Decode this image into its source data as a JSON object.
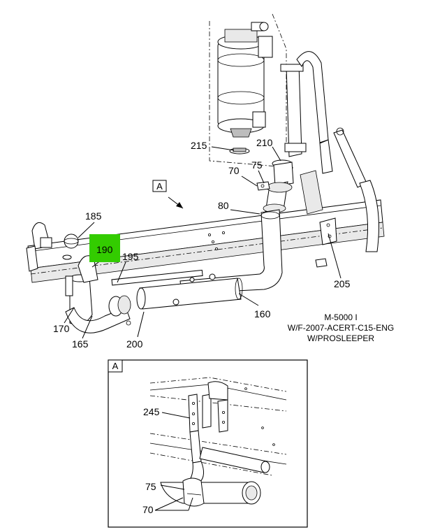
{
  "callouts": [
    {
      "id": "c215",
      "text": "215"
    },
    {
      "id": "c210",
      "text": "210"
    },
    {
      "id": "c75",
      "text": "75"
    },
    {
      "id": "c70",
      "text": "70"
    },
    {
      "id": "c80",
      "text": "80"
    },
    {
      "id": "c185",
      "text": "185"
    },
    {
      "id": "c190",
      "text": "190",
      "highlighted": true
    },
    {
      "id": "c195",
      "text": "195"
    },
    {
      "id": "c205",
      "text": "205"
    },
    {
      "id": "c160",
      "text": "160"
    },
    {
      "id": "c170",
      "text": "170"
    },
    {
      "id": "c165",
      "text": "165"
    },
    {
      "id": "c200",
      "text": "200"
    }
  ],
  "view_marker": "A",
  "detail": {
    "label": "A",
    "callouts": [
      {
        "id": "d245",
        "text": "245"
      },
      {
        "id": "d75",
        "text": "75"
      },
      {
        "id": "d70",
        "text": "70"
      }
    ]
  },
  "model_note": [
    "M-5000 I",
    "W/F-2007-ACERT-C15-ENG",
    "W/PROSLEEPER"
  ],
  "colors": {
    "highlight": "#33cc00",
    "lines": "#000000",
    "background": "#ffffff"
  }
}
